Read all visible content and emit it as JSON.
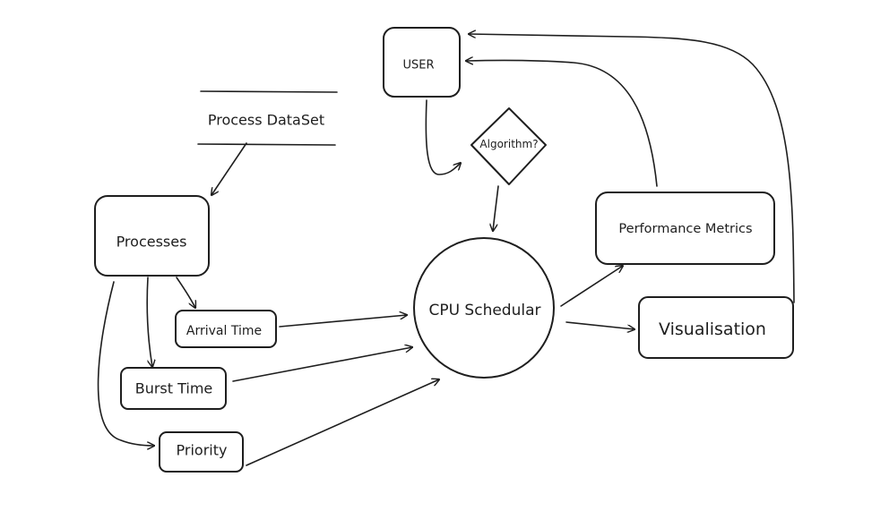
{
  "diagram": {
    "nodes": {
      "user": "USER",
      "process_dataset": "Process DataSet",
      "algorithm": "Algorithm?",
      "processes": "Processes",
      "performance_metrics": "Performance Metrics",
      "arrival_time": "Arrival Time",
      "cpu_scheduler": "CPU Schedular",
      "visualisation": "Visualisation",
      "burst_time": "Burst Time",
      "priority": "Priority"
    },
    "colors": {
      "stroke": "#1e1e1e",
      "fill": "#ffffff"
    }
  }
}
